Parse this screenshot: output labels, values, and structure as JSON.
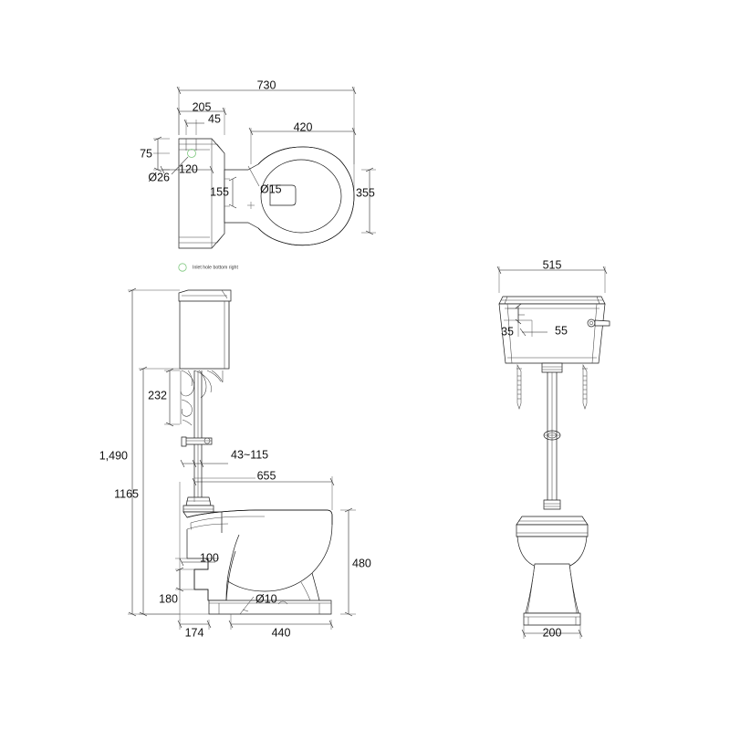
{
  "drawing": {
    "title": "Low level WC pan and cistern - dimensioned orthographic drawing",
    "background_color": "#ffffff",
    "line_color": "#1a1a1a",
    "accent_color": "#7ec87e",
    "units": "mm"
  },
  "notes": {
    "inlet_marker_label": "Inlet hole bottom right",
    "marker_color": "#7ec87e"
  },
  "views": {
    "plan": {
      "name": "plan-view",
      "dimensions": {
        "overall_depth": "730",
        "cistern_width": "205",
        "lid_offset": "45",
        "inlet_from_top": "75",
        "cistern_body_width": "120",
        "inlet_hole_dia": "Ø26",
        "bowl_centre_offset": "420",
        "bowl_width": "355",
        "pan_inlet_height": "155",
        "fixing_hole_dia": "Ø15"
      }
    },
    "side": {
      "name": "side-elevation",
      "dimensions": {
        "overall_height": "1,490",
        "cistern_base_height": "1165",
        "bracket_height": "232",
        "pipe_adjust_range": "43~115",
        "projection": "655",
        "bowl_height": "480",
        "trap_outlet_height": "100",
        "outlet_centre_height": "180",
        "cistern_depth": "174",
        "pan_depth": "440",
        "floor_fixing_dia": "Ø10"
      }
    },
    "front": {
      "name": "front-elevation",
      "dimensions": {
        "cistern_width": "515",
        "lever_height": "35",
        "lever_offset": "55",
        "pedestal_width": "200"
      }
    }
  }
}
